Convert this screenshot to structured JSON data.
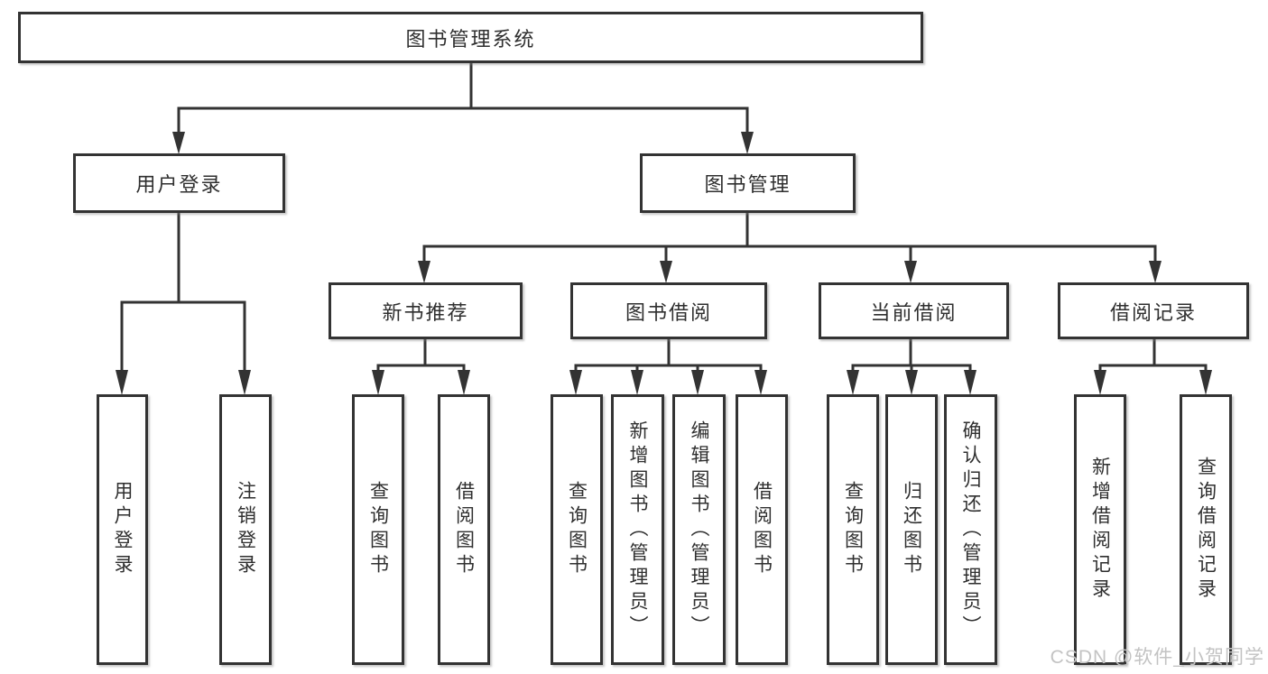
{
  "diagram": {
    "root": {
      "label": "图书管理系统"
    },
    "level2": [
      {
        "label": "用户登录"
      },
      {
        "label": "图书管理"
      }
    ],
    "level3": [
      {
        "label": "新书推荐"
      },
      {
        "label": "图书借阅"
      },
      {
        "label": "当前借阅"
      },
      {
        "label": "借阅记录"
      }
    ],
    "leaves": {
      "user_login": [
        "用户登录",
        "注销登录"
      ],
      "new_books": [
        "查询图书",
        "借阅图书"
      ],
      "book_borrow": [
        "查询图书",
        "新增图书（管理员）",
        "编辑图书（管理员）",
        "借阅图书"
      ],
      "current_borrow": [
        "查询图书",
        "归还图书",
        "确认归还（管理员）"
      ],
      "borrow_records": [
        "新增借阅记录",
        "查询借阅记录"
      ]
    }
  },
  "watermark": {
    "text": "CSDN @软件_小贺同学"
  },
  "colors": {
    "line": "#333333",
    "box_border": "#333333",
    "box_fill": "#ffffff",
    "text": "#2f2f2f",
    "watermark": "#c3c3c3",
    "background": "#ffffff"
  }
}
